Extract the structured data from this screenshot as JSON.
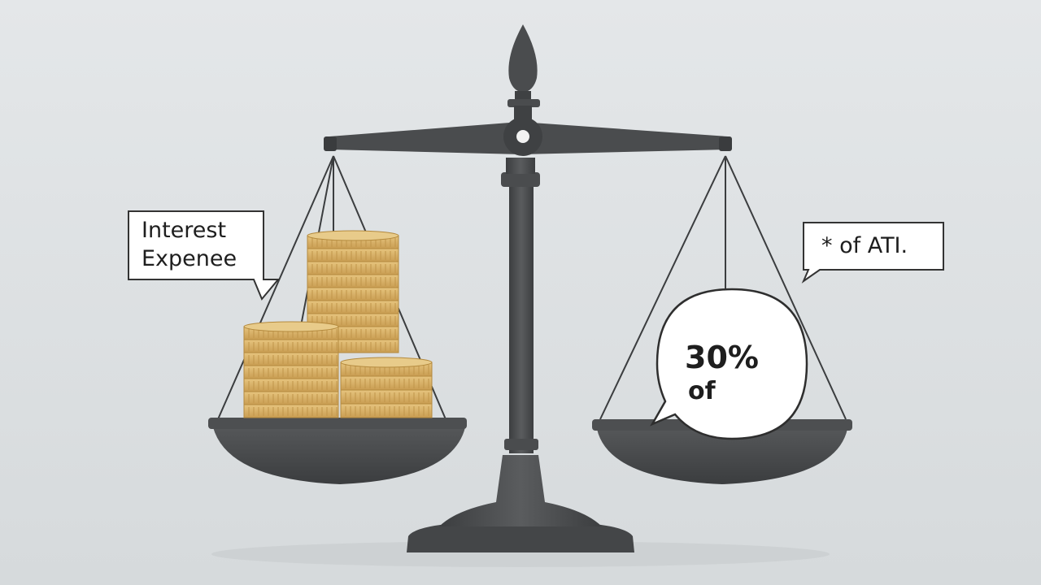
{
  "left_callout": {
    "line1": "Interest",
    "line2": "Expenee"
  },
  "right_callout": {
    "text": "* of ATI."
  },
  "bubble": {
    "line1": "30%",
    "line2": "of"
  },
  "colors": {
    "background": "#dde1e3",
    "metal": "#4a4c4e",
    "metal_dark": "#353738",
    "coin": "#d9b46a",
    "coin_edge": "#b48a3e",
    "callout_border": "#333333"
  },
  "icons": [
    "balance-scale-icon",
    "coin-stack-icon",
    "speech-bubble-icon"
  ]
}
